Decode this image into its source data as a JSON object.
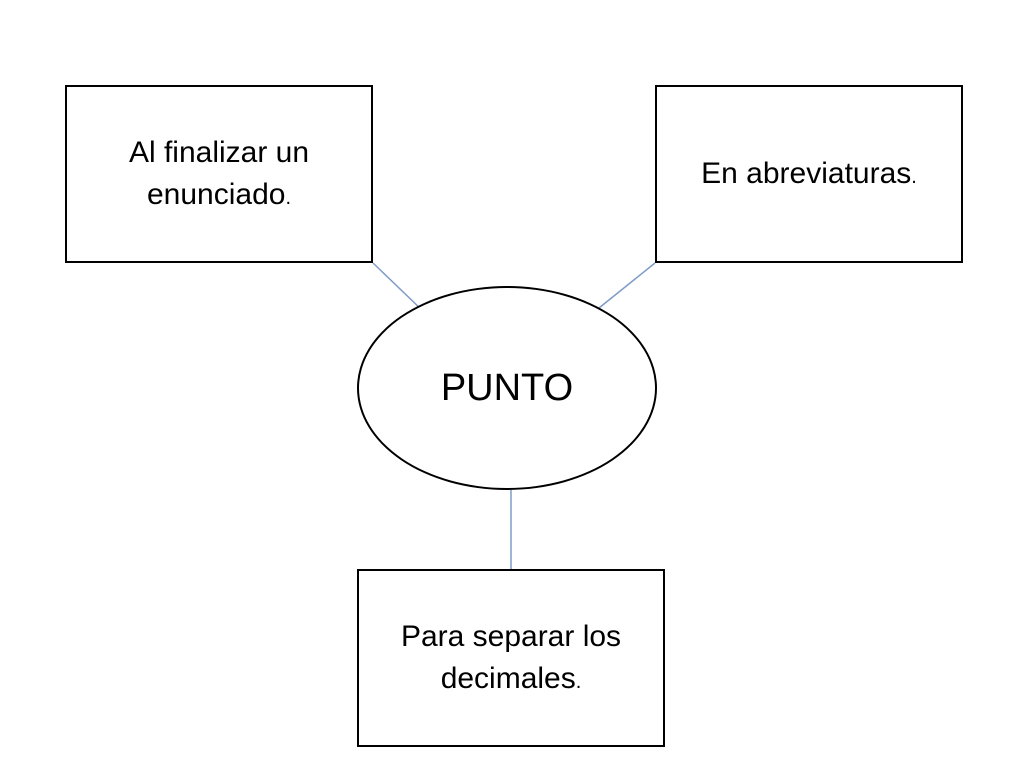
{
  "diagram": {
    "center": {
      "label": "PUNTO"
    },
    "nodes": [
      {
        "text": "Al finalizar un enunciado",
        "punct": "."
      },
      {
        "text": "En abreviaturas",
        "punct": "."
      },
      {
        "text": "Para separar los decimales",
        "punct": "."
      }
    ]
  },
  "colors": {
    "connector": "#7f9cc5",
    "border": "#000000",
    "background": "#ffffff"
  }
}
